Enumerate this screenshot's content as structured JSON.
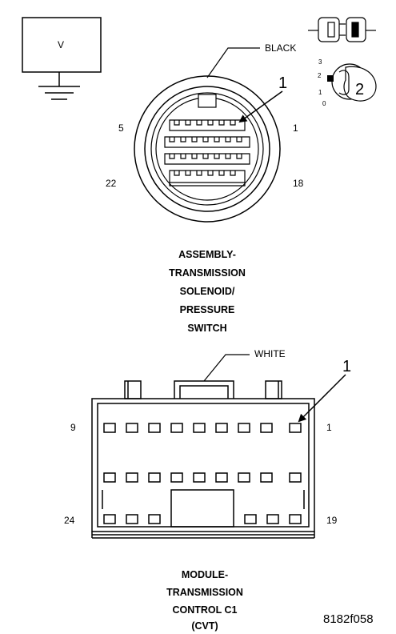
{
  "symbol": {
    "letter": "V"
  },
  "top_connector": {
    "color_label": "BLACK",
    "callout": "1",
    "pins": {
      "top_left": "5",
      "top_right": "1",
      "bottom_left": "22",
      "bottom_right": "18"
    },
    "caption": [
      "ASSEMBLY-",
      "TRANSMISSION",
      "SOLENOID/",
      "PRESSURE",
      "SWITCH"
    ]
  },
  "key_icon": {
    "number": "2",
    "positions": [
      "3",
      "2",
      "1",
      "0"
    ]
  },
  "bottom_connector": {
    "color_label": "WHITE",
    "callout": "1",
    "pins": {
      "top_left": "9",
      "top_right": "1",
      "bottom_left": "24",
      "bottom_right": "19"
    },
    "caption": [
      "MODULE-",
      "TRANSMISSION",
      "CONTROL C1",
      "(CVT)"
    ]
  },
  "figure_id": "8182f058"
}
